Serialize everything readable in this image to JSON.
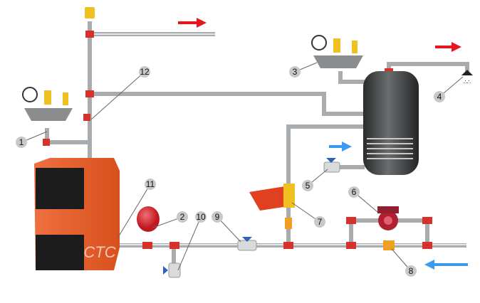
{
  "diagram": {
    "boiler_logo": "CTC",
    "callouts": [
      "1",
      "2",
      "3",
      "4",
      "5",
      "6",
      "7",
      "8",
      "9",
      "10",
      "11",
      "12"
    ],
    "colors": {
      "pipe": "#a9acae",
      "boiler": "#e8602a",
      "fitting": "#d8302a",
      "vessel": "#d8303a",
      "hot_arrow": "#e8141e",
      "cold_arrow": "#3a9af0",
      "tank": "#3a3c3e",
      "valve": "#f0c020"
    },
    "arrows": [
      {
        "kind": "hot",
        "direction": "right"
      },
      {
        "kind": "hot",
        "direction": "right"
      },
      {
        "kind": "cold",
        "direction": "right"
      },
      {
        "kind": "cold",
        "direction": "left"
      }
    ]
  }
}
